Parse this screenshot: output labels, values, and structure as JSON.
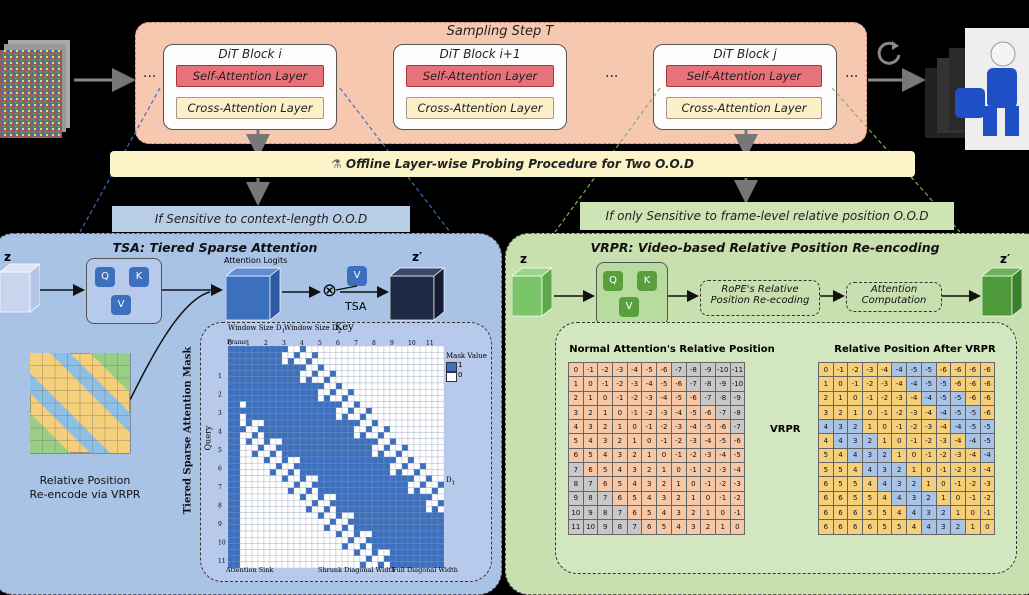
{
  "top": {
    "title": "Sampling Step T",
    "blocks": [
      {
        "title": "DiT Block i",
        "sa": "Self-Attention Layer",
        "ca": "Cross-Attention Layer"
      },
      {
        "title": "DiT Block i+1",
        "sa": "Self-Attention Layer",
        "ca": "Cross-Attention Layer"
      },
      {
        "title": "DiT Block j",
        "sa": "Self-Attention Layer",
        "ca": "Cross-Attention Layer"
      }
    ],
    "ellipsis": "..."
  },
  "probe": {
    "label": "Offline Layer-wise Probing Procedure for Two O.O.D"
  },
  "sensitivity": {
    "left": "If Sensitive to context-length O.O.D",
    "right": "If only Sensitive to frame-level relative position O.O.D"
  },
  "tsa": {
    "title": "TSA: Tiered Sparse Attention",
    "z": "z",
    "z_prime": "z′",
    "q": "Q",
    "k": "K",
    "v": "V",
    "attn_logits": "Attention Logits",
    "tsa_label": "TSA",
    "otimes": "⊗",
    "mask_axis": "Tiered Sparse Attention Mask",
    "window1": "Window Size D",
    "window1_sub": "1",
    "window2": "Window Size D",
    "window2_sub": "2",
    "key": "Key",
    "query": "Query",
    "frame": "Frame",
    "mask_value": "Mask Value",
    "mask_one": "1",
    "mask_zero": "0",
    "d1": "D",
    "d1_sub": "1",
    "sink": "Attention Sink",
    "shrunk": "Shrunk Diagonal Width",
    "full": "Full Diagonal Width",
    "key_ticks": [
      "0",
      "1",
      "2",
      "3",
      "4",
      "5",
      "6",
      "7",
      "8",
      "9",
      "10",
      "11"
    ],
    "query_ticks": [
      "1",
      "2",
      "3",
      "4",
      "5",
      "6",
      "7",
      "8",
      "9",
      "10",
      "11"
    ],
    "rel_label_1": "Relative Position",
    "rel_label_2": "Re-encode via VRPR"
  },
  "vrpr": {
    "title": "VRPR: Video-based Relative Position Re-encoding",
    "z": "z",
    "z_prime": "z′",
    "q": "Q",
    "k": "K",
    "v": "V",
    "rope_1": "RoPE's Relative",
    "rope_2": "Position Re-ecoding",
    "attn_1": "Attention",
    "attn_2": "Computation",
    "normal_title": "Normal Attention's Relative Position",
    "after_title": "Relative Position After VRPR",
    "arrow_label": "VRPR",
    "normal": [
      [
        "0",
        "-1",
        "-2",
        "-3",
        "-4",
        "-5",
        "-6",
        "-7",
        "-8",
        "-9",
        "-10",
        "-11"
      ],
      [
        "1",
        "0",
        "-1",
        "-2",
        "-3",
        "-4",
        "-5",
        "-6",
        "-7",
        "-8",
        "-9",
        "-10"
      ],
      [
        "2",
        "1",
        "0",
        "-1",
        "-2",
        "-3",
        "-4",
        "-5",
        "-6",
        "-7",
        "-8",
        "-9"
      ],
      [
        "3",
        "2",
        "1",
        "0",
        "-1",
        "-2",
        "-3",
        "-4",
        "-5",
        "-6",
        "-7",
        "-8"
      ],
      [
        "4",
        "3",
        "2",
        "1",
        "0",
        "-1",
        "-2",
        "-3",
        "-4",
        "-5",
        "-6",
        "-7"
      ],
      [
        "5",
        "4",
        "3",
        "2",
        "1",
        "0",
        "-1",
        "-2",
        "-3",
        "-4",
        "-5",
        "-6"
      ],
      [
        "6",
        "5",
        "4",
        "3",
        "2",
        "1",
        "0",
        "-1",
        "-2",
        "-3",
        "-4",
        "-5"
      ],
      [
        "7",
        "6",
        "5",
        "4",
        "3",
        "2",
        "1",
        "0",
        "-1",
        "-2",
        "-3",
        "-4"
      ],
      [
        "8",
        "7",
        "6",
        "5",
        "4",
        "3",
        "2",
        "1",
        "0",
        "-1",
        "-2",
        "-3"
      ],
      [
        "9",
        "8",
        "7",
        "6",
        "5",
        "4",
        "3",
        "2",
        "1",
        "0",
        "-1",
        "-2"
      ],
      [
        "10",
        "9",
        "8",
        "7",
        "6",
        "5",
        "4",
        "3",
        "2",
        "1",
        "0",
        "-1"
      ],
      [
        "11",
        "10",
        "9",
        "8",
        "7",
        "6",
        "5",
        "4",
        "3",
        "2",
        "1",
        "0"
      ]
    ],
    "after": [
      [
        "0",
        "-1",
        "-2",
        "-3",
        "-4",
        "-4",
        "-5",
        "-5",
        "-6",
        "-6",
        "-6",
        "-6"
      ],
      [
        "1",
        "0",
        "-1",
        "-2",
        "-3",
        "-4",
        "-4",
        "-5",
        "-5",
        "-6",
        "-6",
        "-6"
      ],
      [
        "2",
        "1",
        "0",
        "-1",
        "-2",
        "-3",
        "-4",
        "-4",
        "-5",
        "-5",
        "-6",
        "-6"
      ],
      [
        "3",
        "2",
        "1",
        "0",
        "-1",
        "-2",
        "-3",
        "-4",
        "-4",
        "-5",
        "-5",
        "-6"
      ],
      [
        "4",
        "3",
        "2",
        "1",
        "0",
        "-1",
        "-2",
        "-3",
        "-4",
        "-4",
        "-5",
        "-5"
      ],
      [
        "4",
        "4",
        "3",
        "2",
        "1",
        "0",
        "-1",
        "-2",
        "-3",
        "-4",
        "-4",
        "-5"
      ],
      [
        "5",
        "4",
        "4",
        "3",
        "2",
        "1",
        "0",
        "-1",
        "-2",
        "-3",
        "-4",
        "-4"
      ],
      [
        "5",
        "5",
        "4",
        "4",
        "3",
        "2",
        "1",
        "0",
        "-1",
        "-2",
        "-3",
        "-4"
      ],
      [
        "6",
        "5",
        "5",
        "4",
        "4",
        "3",
        "2",
        "1",
        "0",
        "-1",
        "-2",
        "-3"
      ],
      [
        "6",
        "6",
        "5",
        "5",
        "4",
        "4",
        "3",
        "2",
        "1",
        "0",
        "-1",
        "-2"
      ],
      [
        "6",
        "6",
        "6",
        "5",
        "5",
        "4",
        "4",
        "3",
        "2",
        "1",
        "0",
        "-1"
      ],
      [
        "6",
        "6",
        "6",
        "6",
        "5",
        "5",
        "4",
        "4",
        "3",
        "2",
        "1",
        "0"
      ]
    ]
  },
  "colors": {
    "orange_cell": "#f6c8a8",
    "gray_cell": "#c8c8c8",
    "blue_cell": "#a9c3e6",
    "yellow_cell": "#f6cf7a",
    "mask_blue": "#3d6fbf",
    "tsa_panel": "#a9c3e6",
    "vrpr_panel": "#c8e0b0"
  }
}
